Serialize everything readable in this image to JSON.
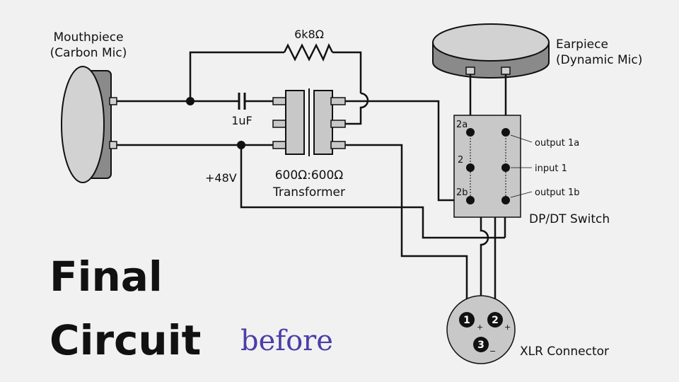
{
  "title": {
    "line1": "Final",
    "line2": "Circuit"
  },
  "annotation": {
    "text": "before",
    "color": "#4a3ea8"
  },
  "components": {
    "mouthpiece": {
      "line1": "Mouthpiece",
      "line2": "(Carbon Mic)"
    },
    "earpiece": {
      "line1": "Earpiece",
      "line2": "(Dynamic Mic)"
    },
    "resistor": "6k8Ω",
    "capacitor": "1uF",
    "voltage": "+48V",
    "transformer": {
      "line1": "600Ω:600Ω",
      "line2": "Transformer"
    },
    "switch": {
      "name": "DP/DT Switch",
      "pins": [
        "2a",
        "2",
        "2b"
      ],
      "outputs": [
        "output 1a",
        "input 1",
        "output 1b"
      ]
    },
    "xlr": {
      "name": "XLR Connector",
      "pins": [
        "1",
        "2",
        "3"
      ],
      "polarity": [
        "+",
        "+",
        "−"
      ]
    }
  },
  "colors": {
    "wire": "#111111",
    "body": "#c8c8c8",
    "body_dark": "#8a8a8a",
    "background": "#f1f1f1"
  }
}
